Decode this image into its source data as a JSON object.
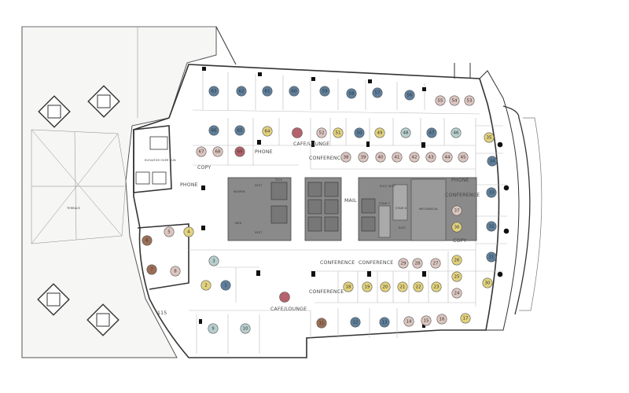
{
  "seat_colors": {
    "blue": "#5d7f9c",
    "yellow": "#e2d27c",
    "pink": "#ddc6c0",
    "teal": "#b9cfcf",
    "brown": "#9c6e56",
    "red": "#b4626b"
  },
  "seats": [
    {
      "n": "1",
      "c": "blue"
    },
    {
      "n": "2",
      "c": "yellow"
    },
    {
      "n": "3",
      "c": "teal"
    },
    {
      "n": "4",
      "c": "yellow"
    },
    {
      "n": "5",
      "c": "pink"
    },
    {
      "n": "6",
      "c": "brown"
    },
    {
      "n": "7",
      "c": "brown"
    },
    {
      "n": "8",
      "c": "pink"
    },
    {
      "n": "9",
      "c": "teal"
    },
    {
      "n": "10",
      "c": "teal"
    },
    {
      "n": "11",
      "c": "brown"
    },
    {
      "n": "12",
      "c": "blue"
    },
    {
      "n": "13",
      "c": "blue"
    },
    {
      "n": "14",
      "c": "pink"
    },
    {
      "n": "15",
      "c": "pink"
    },
    {
      "n": "16",
      "c": "pink"
    },
    {
      "n": "17",
      "c": "yellow"
    },
    {
      "n": "18",
      "c": "yellow"
    },
    {
      "n": "19",
      "c": "yellow"
    },
    {
      "n": "20",
      "c": "yellow"
    },
    {
      "n": "21",
      "c": "yellow"
    },
    {
      "n": "22",
      "c": "yellow"
    },
    {
      "n": "23",
      "c": "yellow"
    },
    {
      "n": "24",
      "c": "pink"
    },
    {
      "n": "25",
      "c": "yellow"
    },
    {
      "n": "26",
      "c": "yellow"
    },
    {
      "n": "27",
      "c": "pink"
    },
    {
      "n": "28",
      "c": "pink"
    },
    {
      "n": "29",
      "c": "pink"
    },
    {
      "n": "30",
      "c": "yellow"
    },
    {
      "n": "31",
      "c": "blue"
    },
    {
      "n": "32",
      "c": "blue"
    },
    {
      "n": "33",
      "c": "blue"
    },
    {
      "n": "34",
      "c": "blue"
    },
    {
      "n": "35",
      "c": "yellow"
    },
    {
      "n": "36",
      "c": "yellow"
    },
    {
      "n": "37",
      "c": "pink"
    },
    {
      "n": "38",
      "c": "pink"
    },
    {
      "n": "39",
      "c": "pink"
    },
    {
      "n": "40",
      "c": "pink"
    },
    {
      "n": "41",
      "c": "pink"
    },
    {
      "n": "42",
      "c": "pink"
    },
    {
      "n": "43",
      "c": "pink"
    },
    {
      "n": "44",
      "c": "pink"
    },
    {
      "n": "45",
      "c": "pink"
    },
    {
      "n": "46",
      "c": "teal"
    },
    {
      "n": "47",
      "c": "blue"
    },
    {
      "n": "48",
      "c": "teal"
    },
    {
      "n": "49",
      "c": "yellow"
    },
    {
      "n": "50",
      "c": "blue"
    },
    {
      "n": "51",
      "c": "yellow"
    },
    {
      "n": "52",
      "c": "pink"
    },
    {
      "n": "53",
      "c": "pink"
    },
    {
      "n": "54",
      "c": "pink"
    },
    {
      "n": "55",
      "c": "pink"
    },
    {
      "n": "56",
      "c": "blue"
    },
    {
      "n": "57",
      "c": "blue"
    },
    {
      "n": "58",
      "c": "blue"
    },
    {
      "n": "59",
      "c": "blue"
    },
    {
      "n": "60",
      "c": "blue"
    },
    {
      "n": "61",
      "c": "blue"
    },
    {
      "n": "62",
      "c": "blue"
    },
    {
      "n": "63",
      "c": "blue"
    },
    {
      "n": "64",
      "c": "yellow"
    },
    {
      "n": "65",
      "c": "blue"
    },
    {
      "n": "66",
      "c": "blue"
    },
    {
      "n": "67",
      "c": "pink"
    },
    {
      "n": "68",
      "c": "pink"
    },
    {
      "n": "69",
      "c": "red"
    }
  ],
  "cafe_markers": [
    {
      "c": "red"
    },
    {
      "c": "red"
    }
  ],
  "rooms": {
    "cafe_lounge_north": "CAFE/LOUNGE",
    "cafe_lounge_south": "CAFE/LOUNGE",
    "phone_north": "PHONE",
    "phone_west": "PHONE",
    "phone_east": "PHONE",
    "conference_north": "CONFERENCE",
    "conference_east": "CONFERENCE",
    "conference_south_1": "CONFERENCE",
    "conference_south_2": "CONFERENCE",
    "conference_south_3": "CONFERENCE",
    "copy_west": "COPY",
    "copy_east": "COPY",
    "mail": "MAIL",
    "elevator_overrun": "ELEVATOR OVER RUN",
    "room_115": "115",
    "terrace": "TERRACE",
    "women": "WOMEN",
    "men": "MEN",
    "vest_1": "VEST",
    "vest_2": "VEST",
    "tele": "TELE",
    "elec_vest": "ELEC VEST",
    "stair_7": "STAIR 7",
    "stair_6": "STAIR 6",
    "elec": "ELEC",
    "mechanical": "MECHANICAL"
  }
}
